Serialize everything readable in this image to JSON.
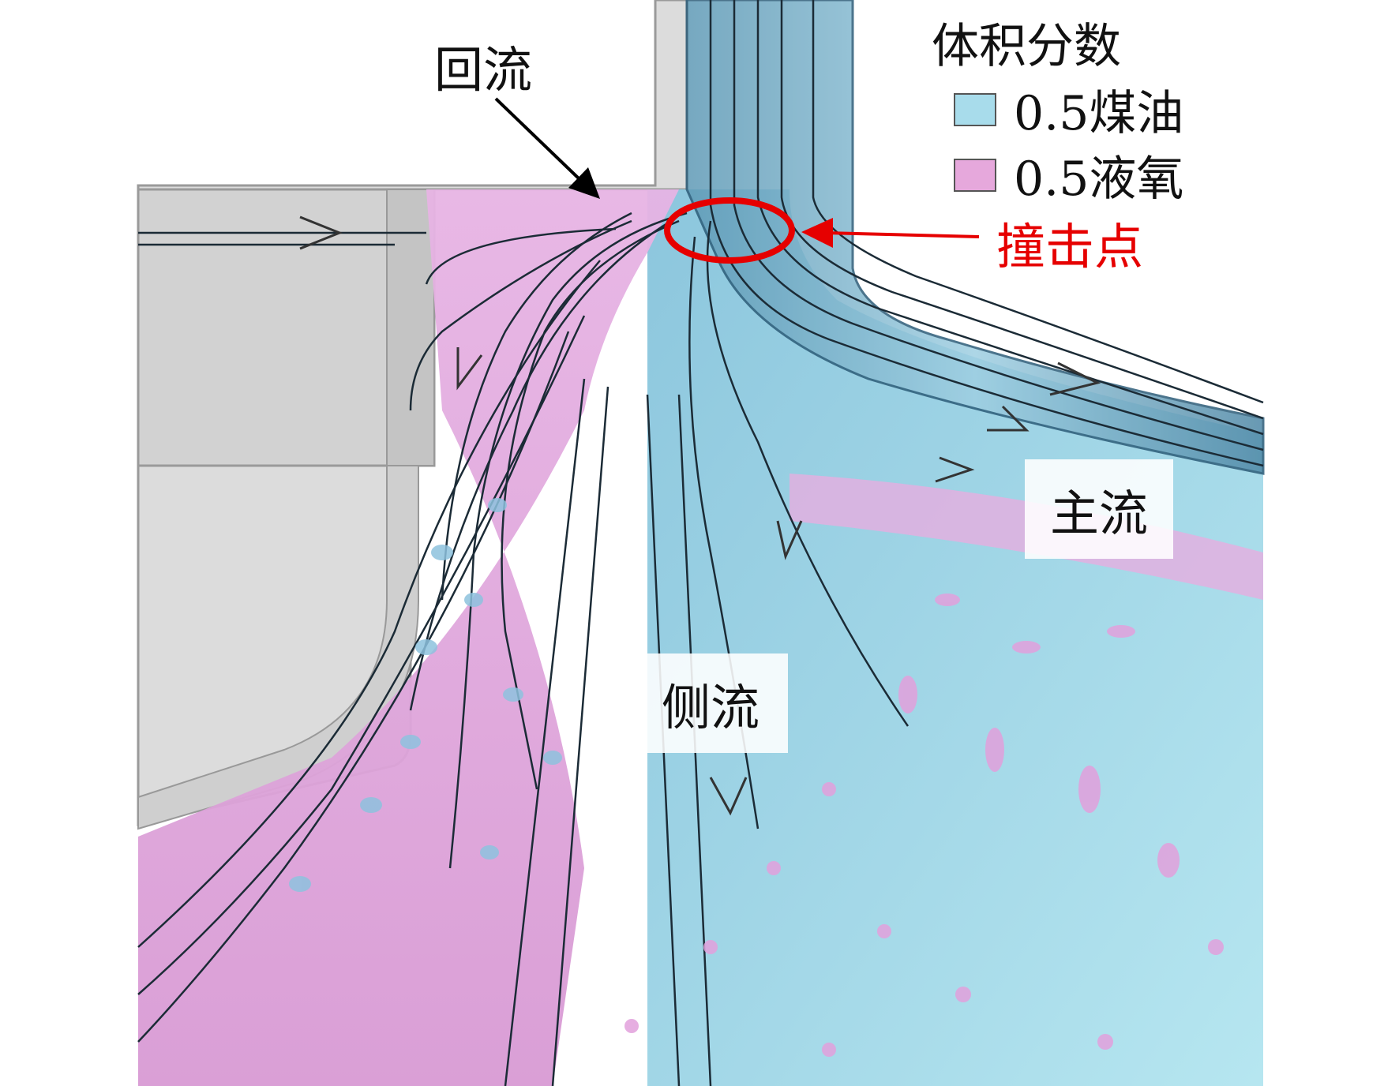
{
  "legend": {
    "title": "体积分数",
    "items": [
      {
        "label": "0.5煤油",
        "color": "#a8dceb"
      },
      {
        "label": "0.5液氧",
        "color": "#e6a8dc"
      }
    ]
  },
  "annotations": {
    "backflow": "回流",
    "impact_point": "撞击点",
    "main_flow": "主流",
    "side_flow": "侧流"
  },
  "colors": {
    "kerosene": "#9fd6e6",
    "kerosene_dark": "#5a9ab8",
    "lox": "#e2a8de",
    "wall": "#d8d8d8",
    "impact_marker": "#e60000"
  }
}
